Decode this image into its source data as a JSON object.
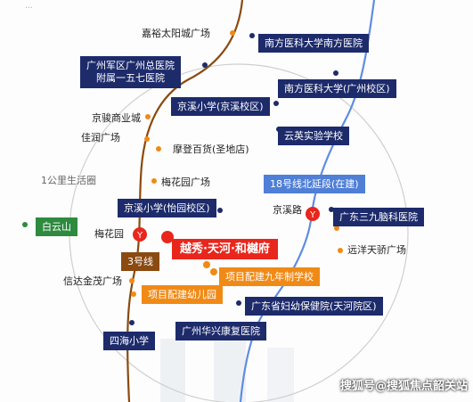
{
  "header_fragment": "...",
  "circle_label": "1公里生活圈",
  "lines": {
    "line3": "3号线",
    "line18": "18号线北延段(在建)"
  },
  "stations": {
    "meihuayuan": "梅花园",
    "jingxilu": "京溪路"
  },
  "project": "越秀·天河·和樾府",
  "places_boxed": {
    "nanfang_hospital": "南方医科大学南方医院",
    "army_hospital_l1": "广州军区广州总医院",
    "army_hospital_l2": "附属一五七医院",
    "nanfang_university": "南方医科大学(广州校区)",
    "jingxi_school_jx": "京溪小学(京溪校区)",
    "yunying_school": "云英实验学校",
    "jingxi_school_yy": "京溪小学(怡园校区)",
    "guangdong_neuro": "广东三九脑科医院",
    "ninth_grade_school": "项目配建九年制学校",
    "kindergarten": "项目配建幼儿园",
    "women_child_hospital": "广东省妇幼保健院(天河院区)",
    "huaxing_hospital": "广州华兴康复医院",
    "sihai_school": "四海小学",
    "baiyunshan": "白云山"
  },
  "places_plain": {
    "jiayu": "嘉裕太阳城广场",
    "jingjun": "京骏商业城",
    "jiarun": "佳润广场",
    "modeng": "摩登百货(圣地店)",
    "meihuayuan_plaza": "梅花园广场",
    "yuanyang": "远洋天骄广场",
    "xinda": "信达金茂广场"
  },
  "watermark": "搜狐号@搜狐焦点韶关站",
  "colors": {
    "box_navy": "#1d2b6b",
    "line3": "#8a4a10",
    "line18": "#4f7fd6",
    "project_red": "#e8261c",
    "orange": "#f08a16",
    "green": "#2d8a3e"
  }
}
